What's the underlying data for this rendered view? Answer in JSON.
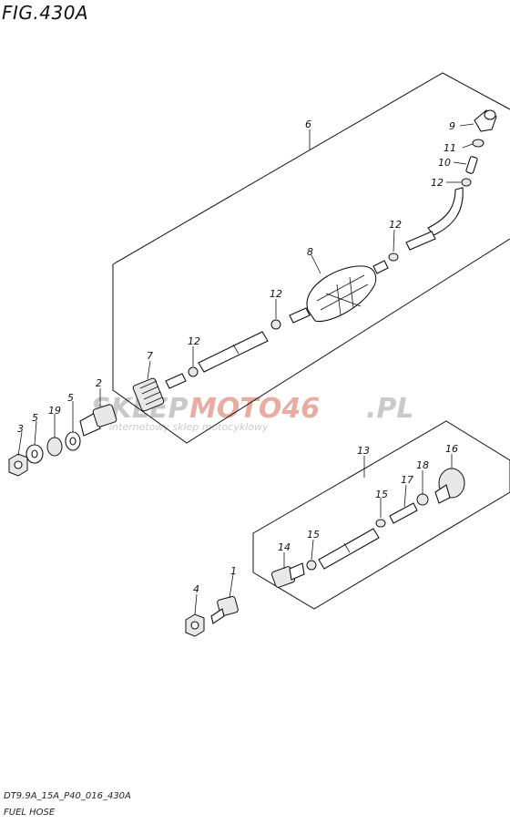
{
  "figure": {
    "title": "FIG.430A",
    "code": "DT9.9A_15A_P40_016_430A",
    "name": "FUEL HOSE"
  },
  "watermark": {
    "part1": "SKLEP",
    "part2": "MOTO46",
    "part3": ".PL",
    "tagline": "internetowy sklep motocyklowy",
    "colors": {
      "gray": "#c4c4c4",
      "red": "#e6a49a"
    }
  },
  "callouts": {
    "c1": "1",
    "c2": "2",
    "c3": "3",
    "c4": "4",
    "c5a": "5",
    "c5b": "5",
    "c6": "6",
    "c7": "7",
    "c8": "8",
    "c9": "9",
    "c10": "10",
    "c11": "11",
    "c12a": "12",
    "c12b": "12",
    "c12c": "12",
    "c12d": "12",
    "c13": "13",
    "c14": "14",
    "c15a": "15",
    "c15b": "15",
    "c16": "16",
    "c17": "17",
    "c18": "18",
    "c19": "19"
  }
}
